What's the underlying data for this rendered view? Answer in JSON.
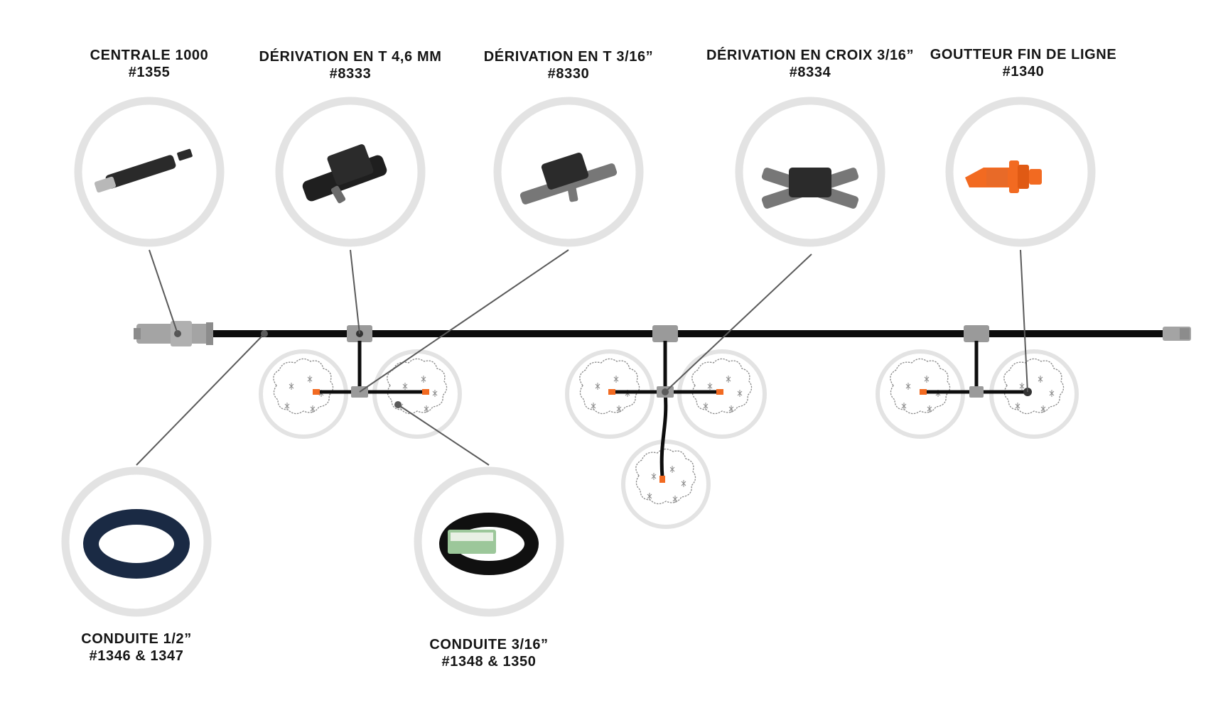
{
  "labels": {
    "centrale": {
      "name": "CENTRALE 1000",
      "ref": "#1355"
    },
    "deriv_t_46": {
      "name": "DÉRIVATION EN T 4,6 MM",
      "ref": "#8333"
    },
    "deriv_t_316": {
      "name": "DÉRIVATION EN T 3/16”",
      "ref": "#8330"
    },
    "deriv_croix": {
      "name": "DÉRIVATION EN CROIX 3/16”",
      "ref": "#8334"
    },
    "goutteur": {
      "name": "GOUTTEUR FIN DE LIGNE",
      "ref": "#1340"
    },
    "conduite_12": {
      "name": "CONDUITE 1/2”",
      "ref": "#1346 & 1347"
    },
    "conduite_316": {
      "name": "CONDUITE 3/16”",
      "ref": "#1348 & 1350"
    }
  },
  "colors": {
    "pipe": "#0d0d0d",
    "fitting": "#9a9a9a",
    "ring": "#e3e3e3",
    "leader": "#5a5a5a",
    "dripper": "#f26a21"
  },
  "icons": [
    "faucet-controller-icon",
    "t-connector-icon",
    "cross-connector-icon",
    "dripper-icon",
    "hose-coil-icon",
    "plant-bed-icon"
  ]
}
